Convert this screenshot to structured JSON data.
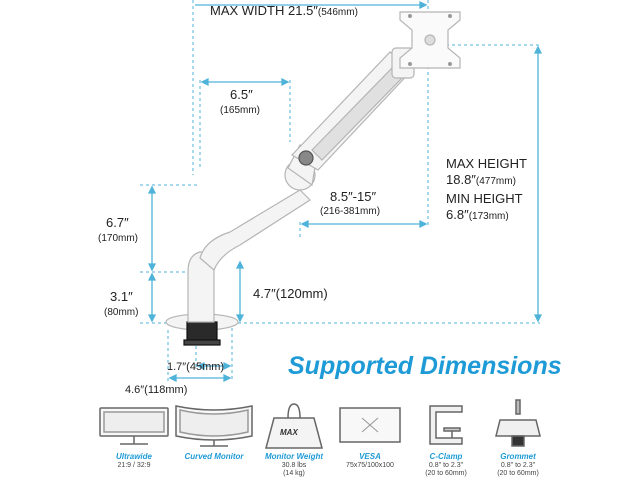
{
  "dimensions": {
    "max_width": "MAX WIDTH 21.5″",
    "max_width_mm": "(546mm)",
    "arm_length": "6.5″",
    "arm_length_mm": "(165mm)",
    "extension": "8.5″-15″",
    "extension_mm": "(216-381mm)",
    "max_height_label": "MAX HEIGHT",
    "max_height_value": "18.8″",
    "max_height_mm": "(477mm)",
    "min_height_label": "MIN HEIGHT",
    "min_height_value": "6.8″",
    "min_height_mm": "(173mm)",
    "arm_rise": "6.7″",
    "arm_rise_mm": "(170mm)",
    "pole_height": "3.1″",
    "pole_height_mm": "(80mm)",
    "desk_clearance": "4.7″(120mm)",
    "clamp_width": "1.7″(45mm)",
    "base_width": "4.6″(118mm)"
  },
  "heading": "Supported Dimensions",
  "supported": [
    {
      "title": "Ultrawide",
      "sub1": "21:9 / 32:9",
      "sub2": "",
      "icon": "ultrawide-monitor-icon"
    },
    {
      "title": "Curved Monitor",
      "sub1": "",
      "sub2": "",
      "icon": "curved-monitor-icon"
    },
    {
      "title": "Monitor Weight",
      "sub1": "30.8 lbs",
      "sub2": "(14 kg)",
      "icon": "weight-icon",
      "icon_text": "MAX"
    },
    {
      "title": "VESA",
      "sub1": "75x75/100x100",
      "sub2": "",
      "icon": "vesa-icon"
    },
    {
      "title": "C-Clamp",
      "sub1": "0.8\" to 2.3\"",
      "sub2": "(20 to 60mm)",
      "icon": "c-clamp-icon"
    },
    {
      "title": "Grommet",
      "sub1": "0.8\" to 2.3\"",
      "sub2": "(20 to 60mm)",
      "icon": "grommet-icon"
    }
  ],
  "colors": {
    "accent": "#1e9bd7",
    "guide": "#4fb3d9",
    "arm": "#f4f4f4",
    "arm_stroke": "#bbbbbb"
  }
}
